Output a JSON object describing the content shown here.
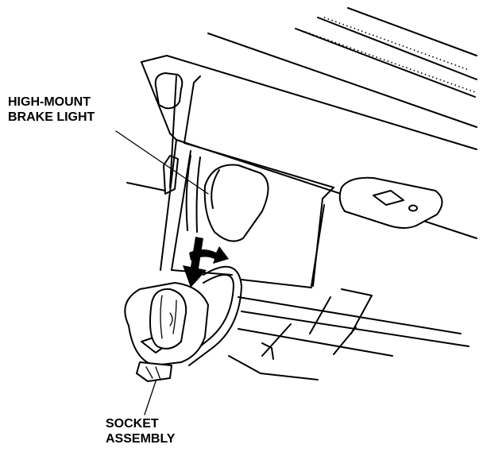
{
  "labels": {
    "brake_light": [
      "HIGH-MOUNT",
      "BRAKE LIGHT"
    ],
    "socket_assembly": [
      "SOCKET",
      "ASSEMBLY"
    ]
  },
  "colors": {
    "ink": "#000000",
    "paper": "#ffffff"
  },
  "icons": {
    "removal_arrow": "curved-arrow",
    "push_arrow": "down-arrow"
  }
}
